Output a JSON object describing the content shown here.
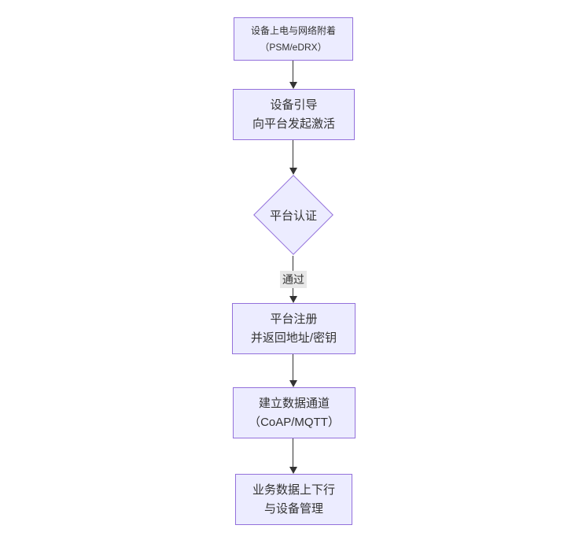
{
  "diagram": {
    "type": "flowchart-vertical",
    "nodes": [
      {
        "id": "power-on",
        "lines": [
          "设备上电与网络附着",
          "（PSM/eDRX）"
        ]
      },
      {
        "id": "bootstrap",
        "lines": [
          "设备引导",
          "向平台发起激活"
        ]
      },
      {
        "id": "register",
        "lines": [
          "平台注册",
          "并返回地址/密钥"
        ]
      },
      {
        "id": "data-channel",
        "lines": [
          "建立数据通道",
          "（CoAP/MQTT）"
        ]
      },
      {
        "id": "business-data",
        "lines": [
          "业务数据上下行",
          "与设备管理"
        ]
      }
    ],
    "decision": {
      "id": "platform-auth",
      "label": "平台认证"
    },
    "edge_label": "通过",
    "colors": {
      "node_fill": "#ECECFF",
      "node_border": "#9370DB",
      "edge": "#333333",
      "edge_label_bg": "#e8e8e8",
      "text": "#333333"
    }
  }
}
